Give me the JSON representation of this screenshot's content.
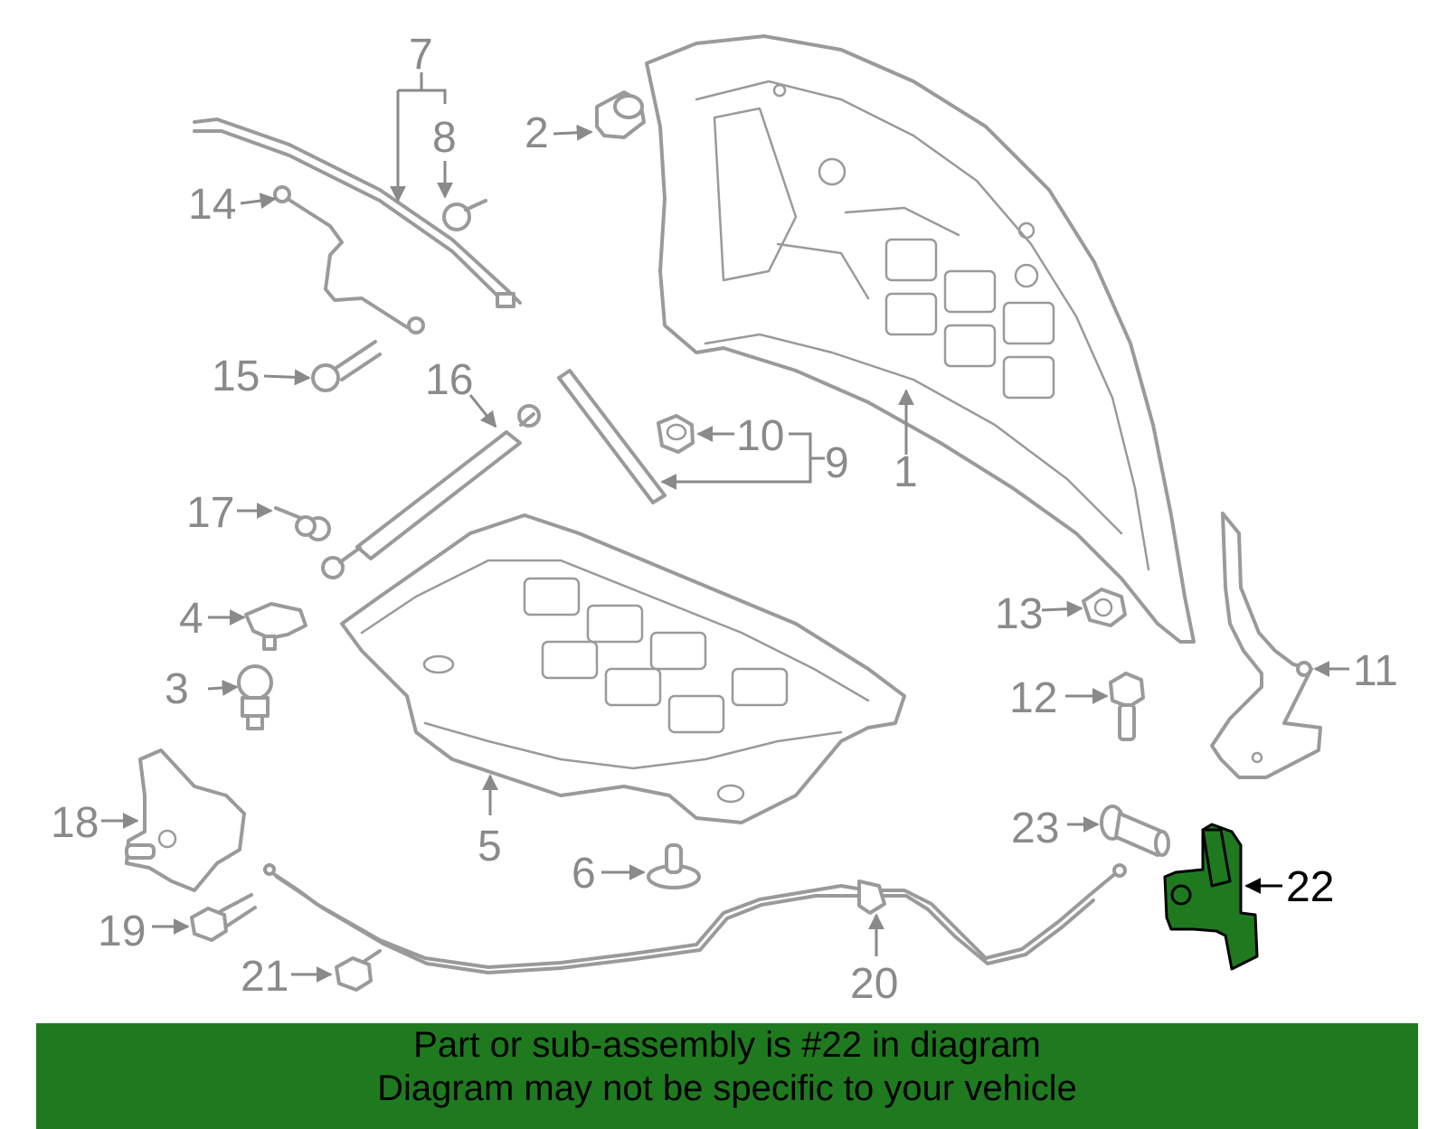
{
  "labels": {
    "p1": "1",
    "p2": "2",
    "p3": "3",
    "p4": "4",
    "p5": "5",
    "p6": "6",
    "p7": "7",
    "p8": "8",
    "p9": "9",
    "p10": "10",
    "p11": "11",
    "p12": "12",
    "p13": "13",
    "p14": "14",
    "p15": "15",
    "p16": "16",
    "p17": "17",
    "p18": "18",
    "p19": "19",
    "p20": "20",
    "p21": "21",
    "p22": "22",
    "p23": "23"
  },
  "highlight": {
    "part_number": "22",
    "color": "#1f7a1f"
  },
  "banner": {
    "line1": "Part or sub-assembly is #22 in diagram",
    "line2": "Diagram may not be specific to your vehicle",
    "background": "#1f7a1f"
  }
}
